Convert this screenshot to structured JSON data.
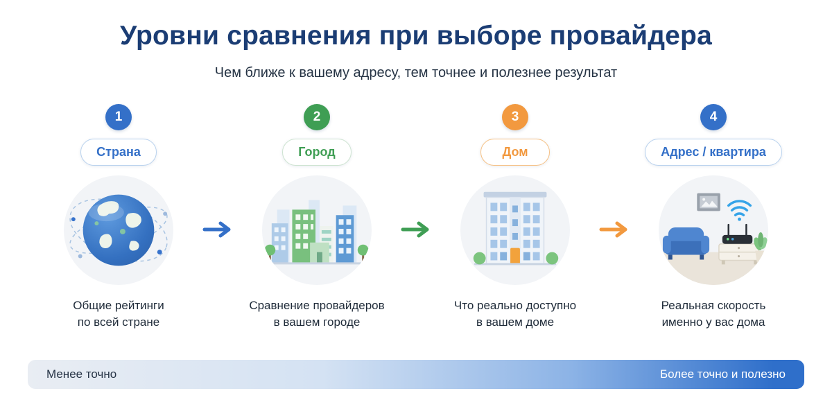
{
  "header": {
    "title": "Уровни сравнения при выборе провайдера",
    "subtitle": "Чем ближе к вашему адресу, тем точнее и полезнее результат"
  },
  "steps": [
    {
      "number": "1",
      "label": "Страна",
      "caption": "Общие рейтинги\nпо всей стране",
      "accent": "#3470c8",
      "accent_border": "#b9d2ee",
      "icon": "globe-icon"
    },
    {
      "number": "2",
      "label": "Город",
      "caption": "Сравнение провайдеров\nв вашем городе",
      "accent": "#3f9e54",
      "accent_border": "#cde3d0",
      "icon": "city-buildings-icon"
    },
    {
      "number": "3",
      "label": "Дом",
      "caption": "Что реально доступно\nв вашем доме",
      "accent": "#f2993f",
      "accent_border": "#f6c083",
      "icon": "apartment-building-icon"
    },
    {
      "number": "4",
      "label": "Адрес / квартира",
      "caption": "Реальная скорость\nименно у вас дома",
      "accent": "#3470c8",
      "accent_border": "#b9d2ee",
      "icon": "home-wifi-icon"
    }
  ],
  "footer": {
    "left_label": "Менее точно",
    "right_label": "Более точно и полезно"
  },
  "colors": {
    "background": "#ffffff",
    "title": "#1b3d74",
    "subtitle_text": "#253344",
    "caption_text": "#202c3a",
    "scale_start": "#e9edf3",
    "scale_end": "#2f6fca"
  }
}
